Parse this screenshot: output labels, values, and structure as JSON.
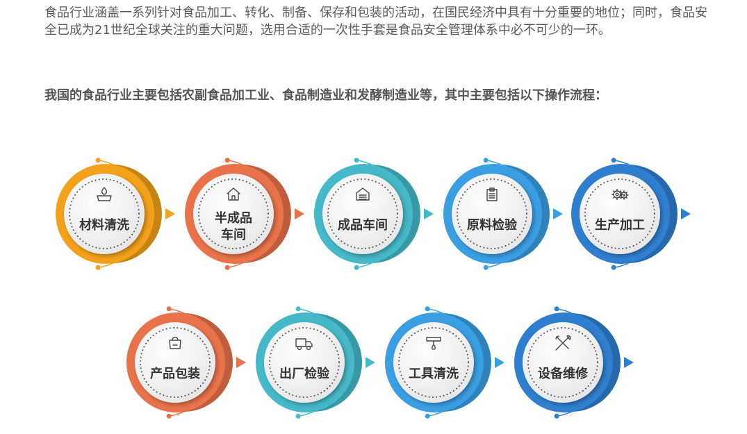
{
  "intro": "食品行业涵盖一系列针对食品加工、转化、制备、保存和包装的活动，在国民经济中具有十分重要的地位；同时，食品安全已成为21世纪全球关注的重大问题，选用合适的一次性手套是食品安全管理体系中必不可少的一环。",
  "heading": "我国的食品行业主要包括农副食品加工业、食品制造业和发酵制造业等，其中主要包括以下操作流程：",
  "steps": [
    {
      "lines": [
        "材料清洗"
      ],
      "icon": "washbasin-icon",
      "color": "#f3a11b"
    },
    {
      "lines": [
        "半成品",
        "车间"
      ],
      "icon": "house-icon",
      "color": "#e8734a"
    },
    {
      "lines": [
        "成品车间"
      ],
      "icon": "warehouse-icon",
      "color": "#45b9c9"
    },
    {
      "lines": [
        "原料检验"
      ],
      "icon": "clipboard-icon",
      "color": "#3a9ee3"
    },
    {
      "lines": [
        "生产加工"
      ],
      "icon": "gears-icon",
      "color": "#2f7fd0"
    },
    {
      "lines": [
        "产品包装"
      ],
      "icon": "package-icon",
      "color": "#e8734a"
    },
    {
      "lines": [
        "出厂检验"
      ],
      "icon": "truck-icon",
      "color": "#45b9c9"
    },
    {
      "lines": [
        "工具清洗"
      ],
      "icon": "tap-icon",
      "color": "#3a9ee3"
    },
    {
      "lines": [
        "设备维修"
      ],
      "icon": "tools-icon",
      "color": "#2f7fd0"
    }
  ]
}
